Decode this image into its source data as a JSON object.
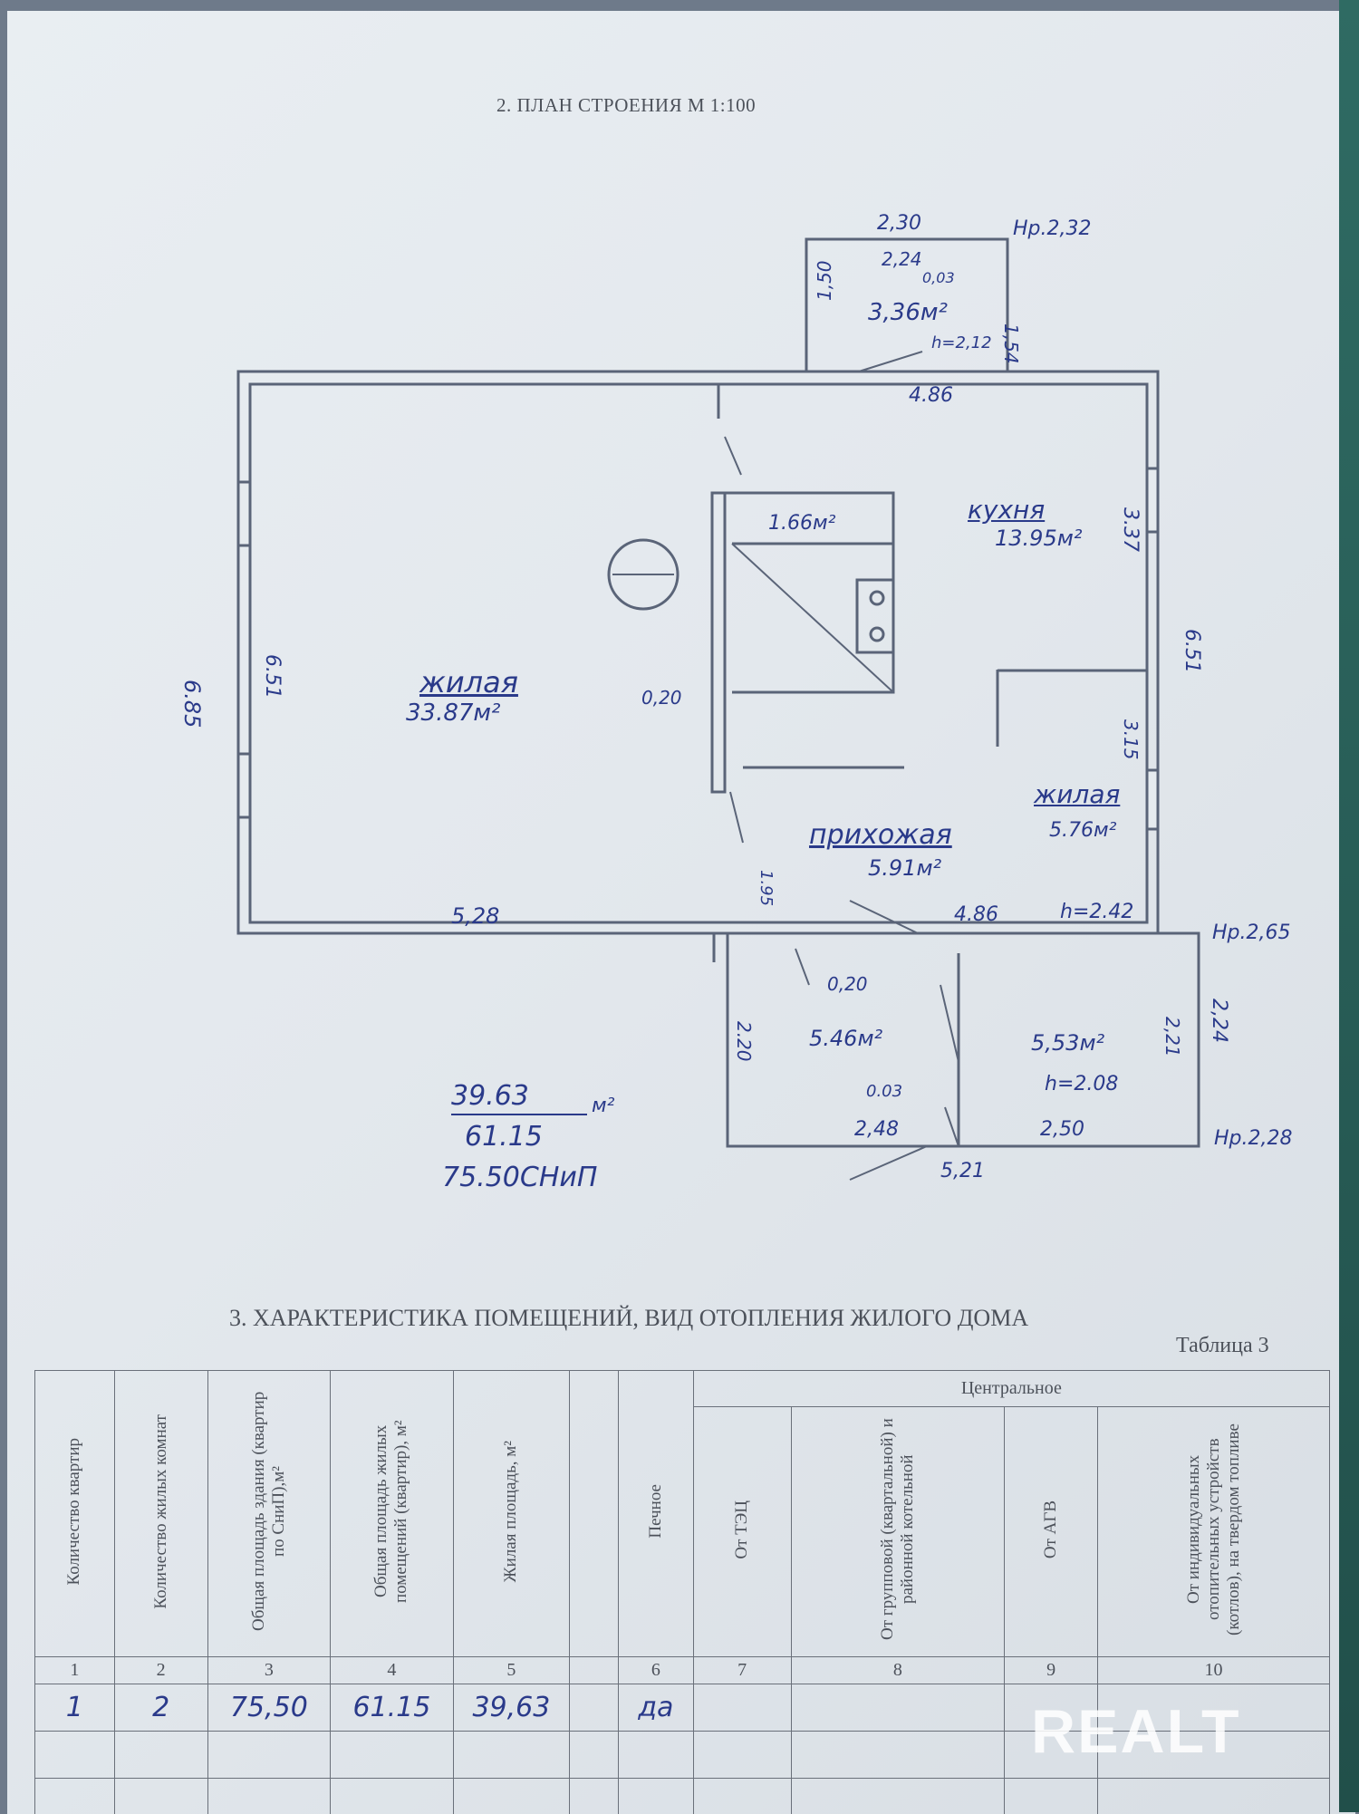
{
  "section2_title": "2.      ПЛАН СТРОЕНИЯ М 1:100",
  "plan_labels": {
    "porch_outer_width": "2,30",
    "porch_mark": "Нр.2,32",
    "porch_inner_width": "2,24",
    "porch_step": "0,03",
    "porch_side_left": "1,50",
    "porch_side_right": "1,54",
    "porch_area": "3,36м²",
    "porch_height": "h=2,12",
    "top_width": "4.86",
    "outer_height": "6.85",
    "inner_height": "6.51",
    "living_main_name": "жилая",
    "living_main_area": "33.87м²",
    "wall_thickness_1": "0,20",
    "bottom_left_width": "5,28",
    "pantry_area": "1.66м²",
    "kitchen_name": "кухня",
    "kitchen_area": "13.95м²",
    "kitchen_side": "3.37",
    "right_height": "6.51",
    "living_small_side": "3.15",
    "living_small_name": "жилая",
    "living_small_area": "5.76м²",
    "hall_name": "прихожая",
    "hall_area": "5.91м²",
    "hall_side": "1.95",
    "hall_bottom_width": "4.86",
    "hall_height": "h=2.42",
    "mark_265": "Нр.2,65",
    "wall_thickness_2": "0,20",
    "annex_left_side": "2.20",
    "annex_left_area": "5.46м²",
    "annex_right_area": "5,53м²",
    "annex_right_side": "2,21",
    "annex_outer_side": "2,24",
    "annex_step": "0.03",
    "annex_height": "h=2.08",
    "annex_left_width": "2,48",
    "annex_right_width": "2,50",
    "annex_total_width": "5,21",
    "mark_228": "Нр.2,28",
    "total_living": "39.63",
    "total_unit": "м²",
    "total_general": "61.15",
    "total_snip": "75.50СНиП"
  },
  "section3_title": "3.      ХАРАКТЕРИСТИКА ПОМЕЩЕНИЙ, ВИД ОТОПЛЕНИЯ ЖИЛОГО ДОМА",
  "table_label": "Таблица 3",
  "table": {
    "group_header": "Центральное",
    "headers": [
      "Количество квартир",
      "Количество жилых комнат",
      "Общая площадь здания (квартир по СниП),м²",
      "Общая площадь жилых помещений (квартир), м²",
      "Жилая площадь, м²",
      "",
      "Печное",
      "От ТЭЦ",
      "От групповой (квартальной) и районной котельной",
      "От АГВ",
      "От индивидуальных отопительных устройств (котлов), на твердом топливе"
    ],
    "numbers": [
      "1",
      "2",
      "3",
      "4",
      "5",
      "",
      "6",
      "7",
      "8",
      "9",
      "10"
    ],
    "values": [
      "1",
      "2",
      "75,50",
      "61.15",
      "39,63",
      "",
      "да",
      "",
      "",
      "",
      ""
    ]
  },
  "watermark": "REALT",
  "colors": {
    "ink": "#2a3a8a",
    "paper": "#e6ebef",
    "print": "#4c515a"
  }
}
